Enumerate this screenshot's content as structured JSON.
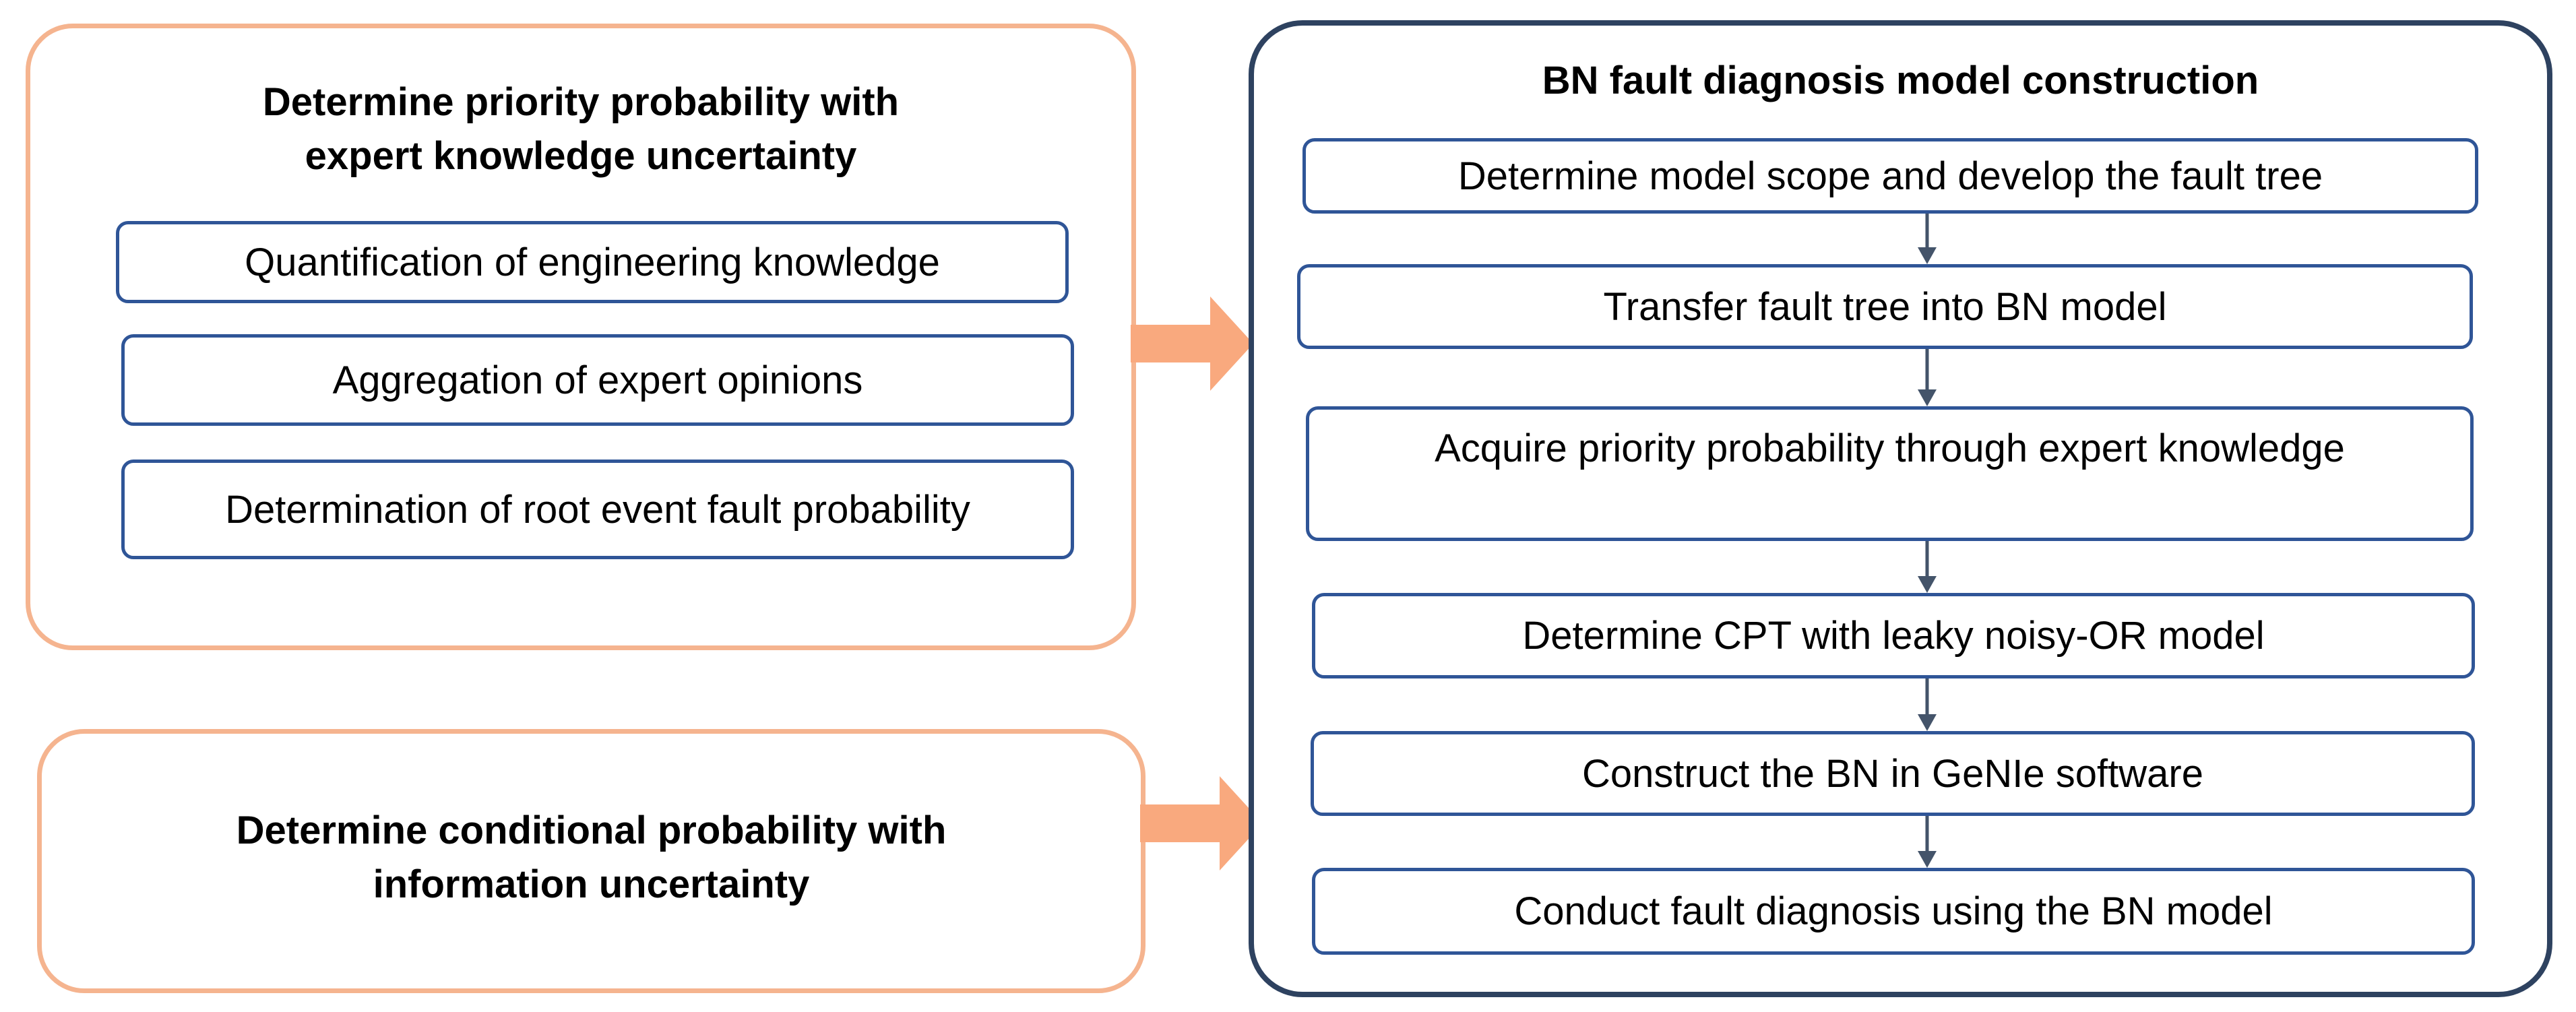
{
  "left_top_panel": {
    "title_line1": "Determine priority probability with",
    "title_line2": "expert knowledge uncertainty",
    "steps": [
      "Quantification of engineering knowledge",
      "Aggregation of expert opinions",
      "Determination of root event fault probability"
    ]
  },
  "left_bottom_panel": {
    "title_line1": "Determine conditional probability with",
    "title_line2": "information uncertainty"
  },
  "right_panel": {
    "title": "BN fault diagnosis model construction",
    "steps": [
      "Determine model scope and develop the fault tree",
      "Transfer fault tree into BN model",
      "Acquire priority probability through expert knowledge",
      "Determine CPT with leaky noisy-OR model",
      "Construct the BN in GeNIe software",
      "Conduct fault diagnosis using the BN model"
    ]
  },
  "colors": {
    "orange_border": "#f5b48f",
    "big_arrow": "#f9a97e",
    "navy_border": "#2e4260",
    "box_border": "#2f5597",
    "connector": "#44546a"
  }
}
